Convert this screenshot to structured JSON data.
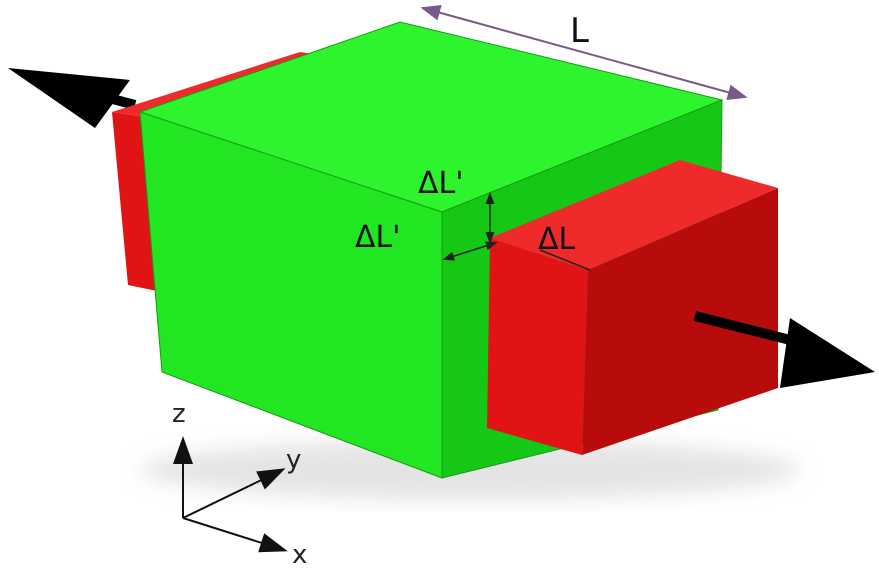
{
  "labels": {
    "length": "L",
    "delta_top": "ΔL'",
    "delta_side": "ΔL'",
    "delta_front": "ΔL"
  },
  "axes": {
    "z": "z",
    "y": "y",
    "x": "x"
  },
  "colors": {
    "cube_front": "#22e622",
    "cube_top": "#2ef42e",
    "cube_right": "#16c816",
    "block": "#e01414",
    "block_dark": "#b80c0c",
    "block_top": "#ef2a2a",
    "arrow": "#000000",
    "dimension_line": "#7a5a8a"
  }
}
